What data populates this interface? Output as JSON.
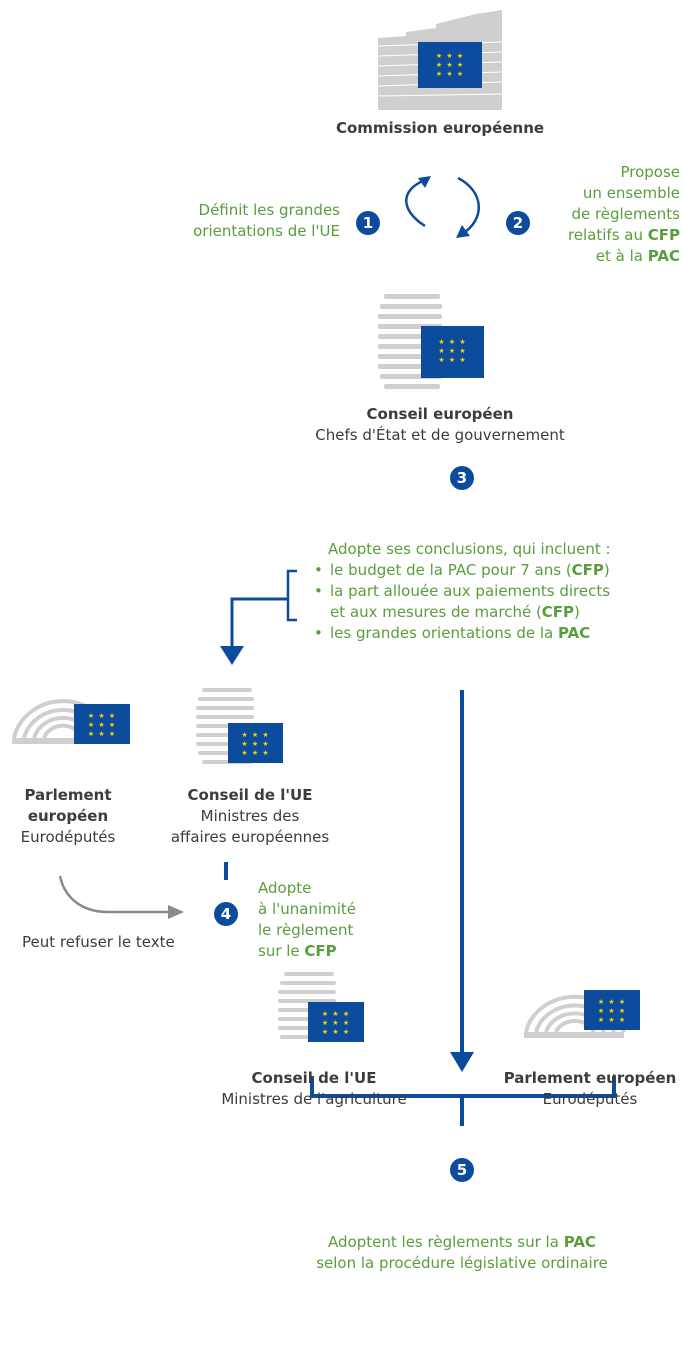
{
  "commission": {
    "name": "Commission européenne"
  },
  "steps": [
    "1",
    "2",
    "3",
    "4",
    "5"
  ],
  "step1": {
    "lines": [
      "Définit les grandes",
      "orientations de l'UE"
    ]
  },
  "step2": {
    "lines": [
      "Propose",
      "un ensemble",
      "de règlements"
    ],
    "l4_prefix": "relatifs au ",
    "l4_bold": "CFP",
    "l5_prefix": "et à la ",
    "l5_bold": "PAC"
  },
  "european_council": {
    "name": "Conseil européen",
    "subtitle": "Chefs d'État et de gouvernement"
  },
  "step3": {
    "intro": "Adopte ses conclusions, qui incluent :",
    "b1_pre": "le budget de la PAC pour 7 ans (",
    "b1_bold": "CFP",
    "b1_post": ")",
    "b2_l1": "la part allouée aux paiements directs",
    "b2_pre": "et aux mesures de marché (",
    "b2_bold": "CFP",
    "b2_post": ")",
    "b3_pre": "les grandes orientations de la ",
    "b3_bold": "PAC"
  },
  "parliament_left": {
    "name_l1": "Parlement",
    "name_l2": "européen",
    "subtitle": "Eurodéputés",
    "note": "Peut refuser le texte"
  },
  "council_eu_left": {
    "name": "Conseil de l'UE",
    "sub_l1": "Ministres des",
    "sub_l2": "affaires européennes"
  },
  "step4": {
    "lines": [
      "Adopte",
      "à l'unanimité",
      "le règlement"
    ],
    "l4_prefix": "sur le ",
    "l4_bold": "CFP"
  },
  "council_eu_right": {
    "name": "Conseil de l'UE",
    "subtitle": "Ministres de l'agriculture"
  },
  "parliament_right": {
    "name": "Parlement européen",
    "subtitle": "Eurodéputés"
  },
  "step5": {
    "l1_prefix": "Adoptent les règlements sur la ",
    "l1_bold": "PAC",
    "l2": "selon la procédure législative ordinaire"
  },
  "eu_stars": "★ ★ ★",
  "colors": {
    "eu_blue": "#0d4c9c",
    "green": "#5a9e3c",
    "gray_arrow": "#8a8a8a",
    "star_yellow": "#f5d300"
  }
}
